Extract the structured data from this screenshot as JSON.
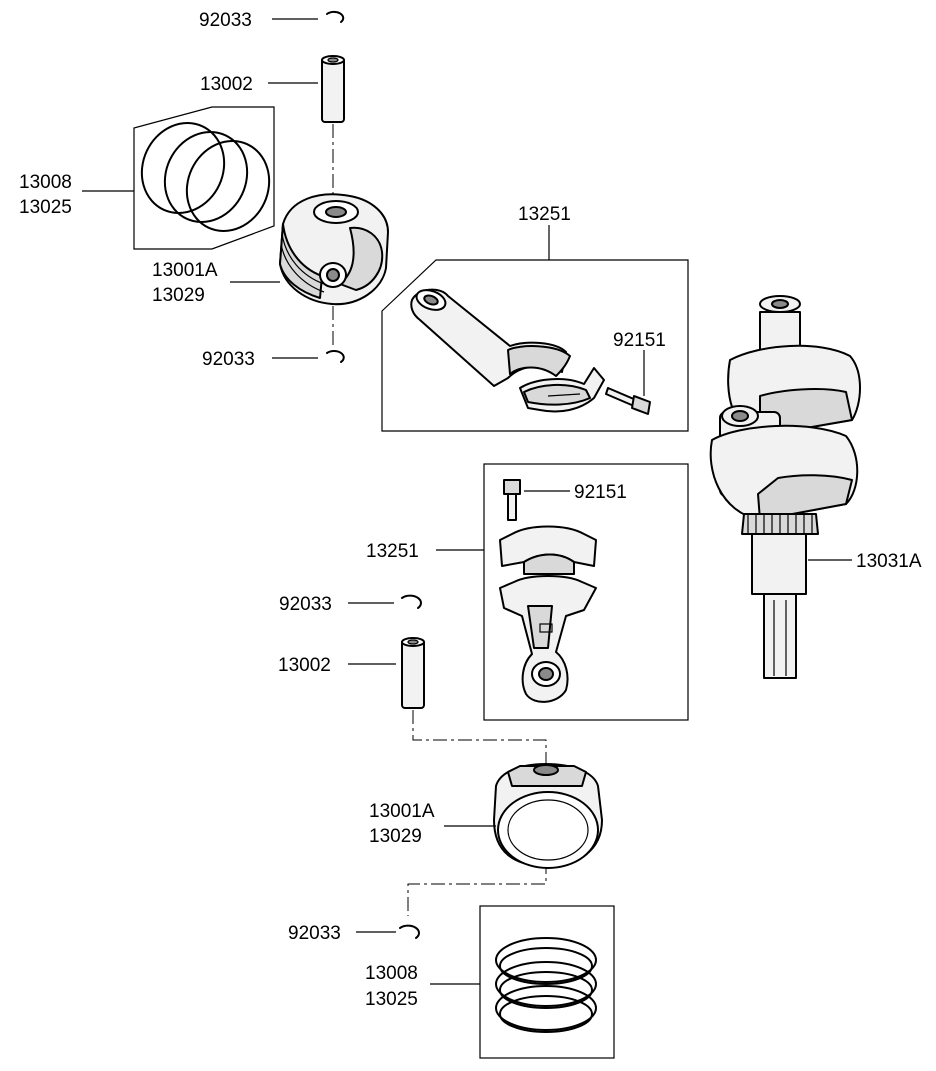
{
  "labels": {
    "circlip_top_1": "92033",
    "piston_pin_top": "13002",
    "rings_top_a": "13008",
    "rings_top_b": "13025",
    "piston_top_a": "13001A",
    "piston_top_b": "13029",
    "circlip_top_2": "92033",
    "conrod_top": "13251",
    "bolt_top": "92151",
    "crankshaft": "13031A",
    "bolt_bottom": "92151",
    "conrod_bottom": "13251",
    "circlip_bottom_1": "92033",
    "piston_pin_bottom": "13002",
    "piston_bottom_a": "13001A",
    "piston_bottom_b": "13029",
    "circlip_bottom_2": "92033",
    "rings_bottom_a": "13008",
    "rings_bottom_b": "13025"
  }
}
